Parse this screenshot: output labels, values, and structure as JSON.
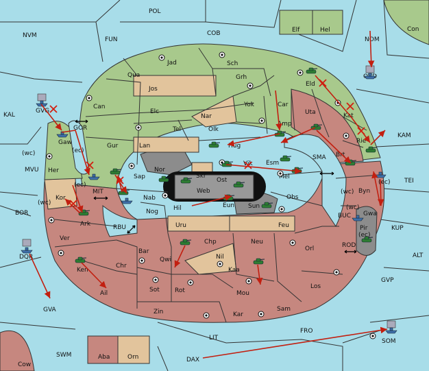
{
  "colors": {
    "sea": "#a8dde9",
    "green_power": "#a8c98c",
    "red_power": "#c6877f",
    "neutral": "#e2c49c",
    "impassable": "#8c8c8c",
    "order_arrow": "#c21f10"
  },
  "provinces": {
    "sea": [
      "POL",
      "NVM",
      "FUN",
      "COB",
      "NOM",
      "OVD",
      "Con",
      "KAL",
      "GVG",
      "GOR",
      "MVU",
      "BOR",
      "MIT",
      "RBU",
      "SMA",
      "KAM",
      "TEI",
      "BUC",
      "KUP",
      "ROD",
      "ALT",
      "GVP",
      "GVA",
      "FRO",
      "SOM",
      "LIT",
      "SWM",
      "DAX",
      "DQR"
    ],
    "land": [
      "Elf",
      "Hel",
      "Jad",
      "Sch",
      "Qua",
      "Jos",
      "Can",
      "Grh",
      "Eld",
      "Elc",
      "Nar",
      "Yok",
      "Car",
      "Uta",
      "Tel",
      "Olk",
      "Gur",
      "Lan",
      "Hug",
      "Amp",
      "Kat",
      "Rie",
      "Gaw",
      "Her",
      "Kor",
      "Ark",
      "Sap",
      "Nor",
      "Skr",
      "Vik",
      "Esm",
      "Mel",
      "Brt",
      "Byn",
      "Ost",
      "Web",
      "Nab",
      "Eun",
      "Hil",
      "Sun",
      "Obs",
      "Gwa",
      "Pir",
      "Nog",
      "Uru",
      "Feu",
      "Ver",
      "Bar",
      "Chp",
      "Neu",
      "Orl",
      "Qwi",
      "Nil",
      "Chr",
      "Ken",
      "Kaa",
      "Los",
      "Rot",
      "Sot",
      "Ail",
      "Mou",
      "Zin",
      "Kar",
      "Sam",
      "Aba",
      "Orn",
      "Cow"
    ],
    "coast_markers": [
      "(wc)",
      "(ec)",
      "(wc)",
      "(ec)",
      "(wc)",
      "(ec)",
      "(wc)",
      "(ec)"
    ]
  },
  "symbols": {
    "supply_center": "supply-center-dot",
    "army": "tank-icon",
    "fleet": "ship-icon",
    "order": "move-arrow",
    "failed": "red-x-cross",
    "canal": "double-arrow"
  }
}
